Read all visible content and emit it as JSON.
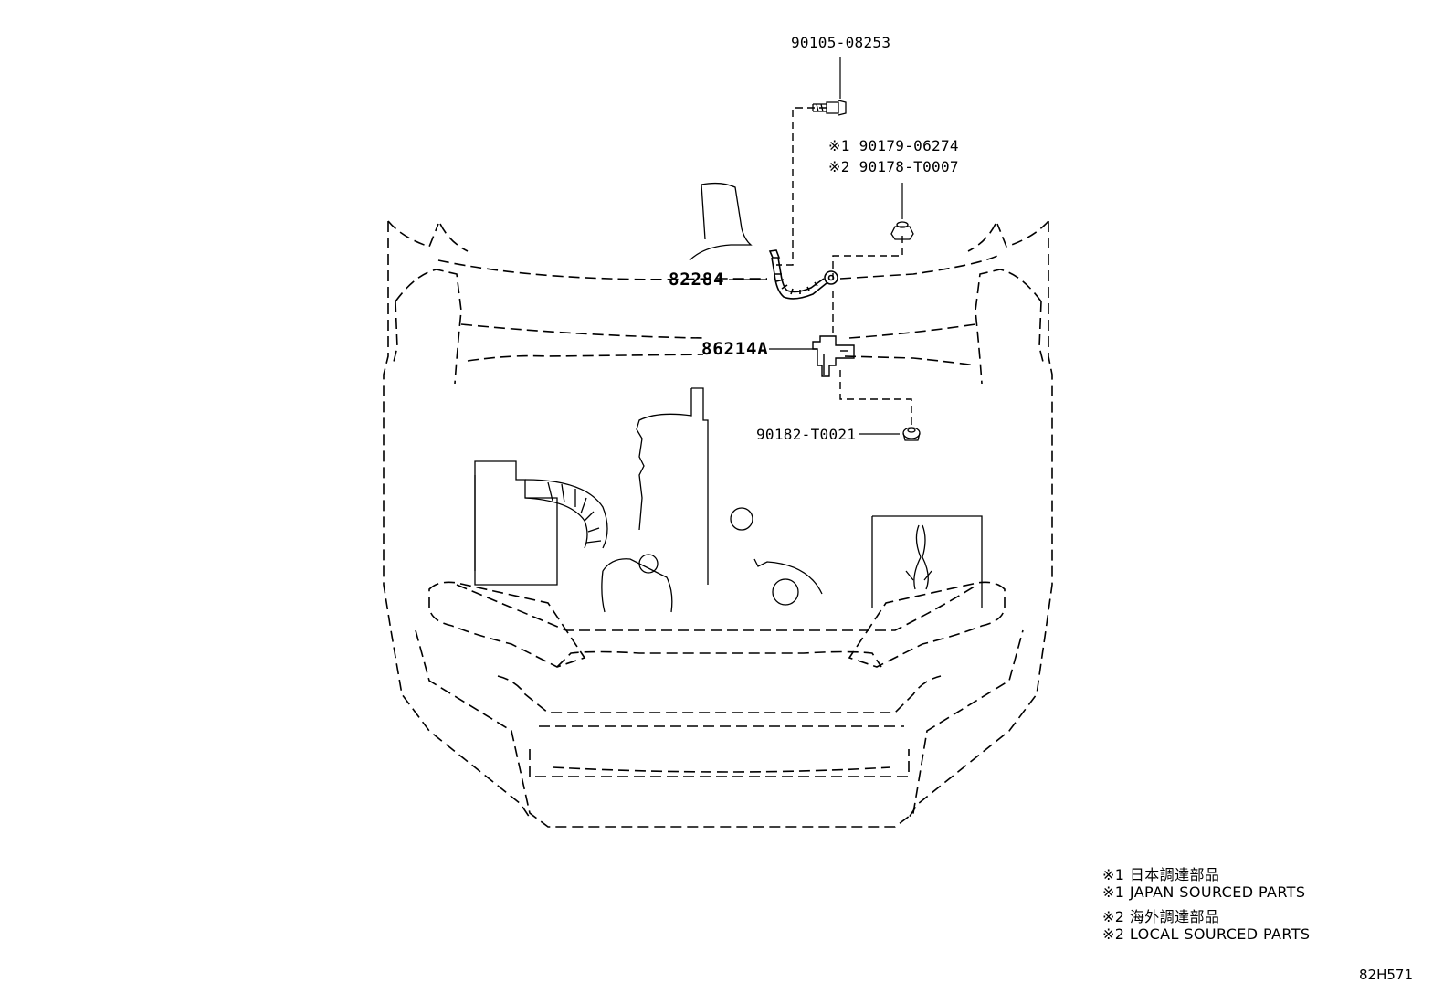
{
  "callouts": {
    "bolt_top": "90105-08253",
    "nut_japan": "※1 90179-06274",
    "nut_local": "※2 90178-T0007",
    "ground_strap": "82284",
    "bracket": "86214A",
    "clip": "90182-T0021"
  },
  "legend": {
    "line1": "※1 日本調達部品",
    "line2": "※1 JAPAN SOURCED PARTS",
    "line3": "※2 海外調達部品",
    "line4": "※2 LOCAL SOURCED PARTS"
  },
  "illustration_code": "82H571",
  "colors": {
    "line": "#000000",
    "background": "#ffffff"
  }
}
